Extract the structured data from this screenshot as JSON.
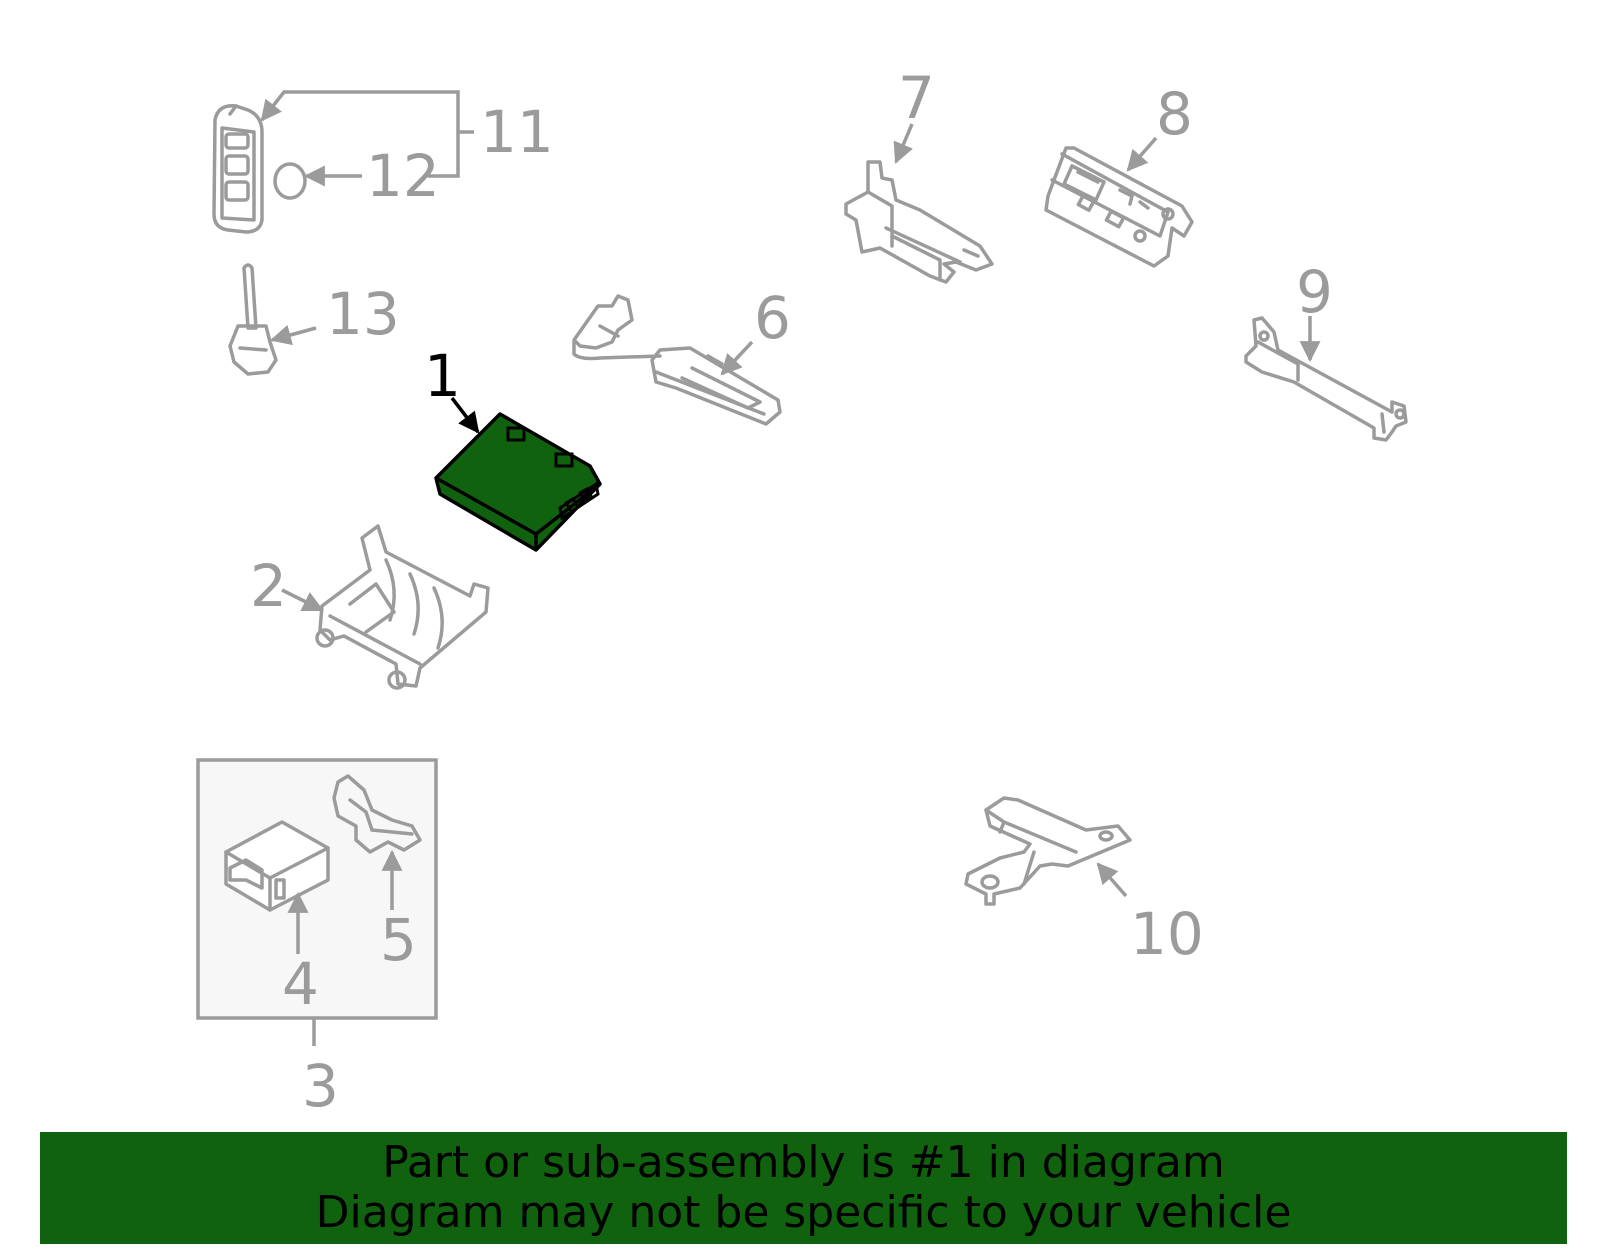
{
  "colors": {
    "highlight": "#11620f",
    "part_outline": "#9b9b9b",
    "banner_bg": "#11620f",
    "label_highlight": "#000000"
  },
  "callouts": {
    "c1": "1",
    "c2": "2",
    "c3": "3",
    "c4": "4",
    "c5": "5",
    "c6": "6",
    "c7": "7",
    "c8": "8",
    "c9": "9",
    "c10": "10",
    "c11": "11",
    "c12": "12",
    "c13": "13"
  },
  "highlighted_part": "1",
  "banner": {
    "line1": "Part or sub-assembly is #1 in diagram",
    "line2": "Diagram may not be specific to your vehicle"
  }
}
